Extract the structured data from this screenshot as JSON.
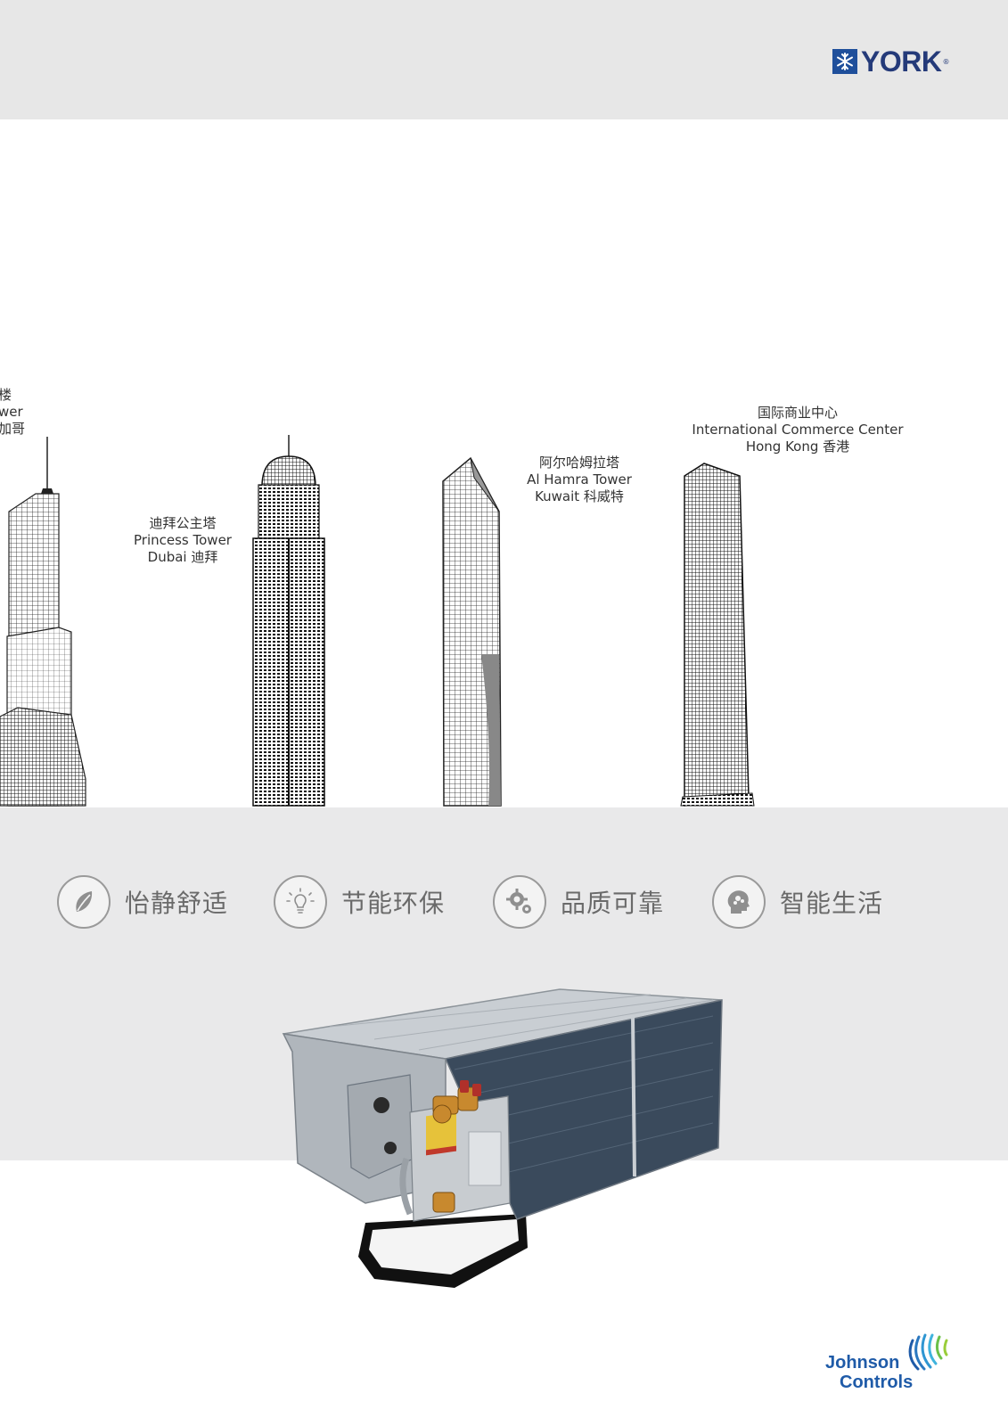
{
  "brand": {
    "york_text": "YORK",
    "york_registered": "®",
    "york_color": "#243a79",
    "jc_line1": "Johnson",
    "jc_line2": "Controls",
    "jc_color": "#1f5ba8"
  },
  "towers": [
    {
      "cn": "楼",
      "en": "wer",
      "place": "加哥"
    },
    {
      "cn": "迪拜公主塔",
      "en": "Princess Tower",
      "place": "Dubai 迪拜"
    },
    {
      "cn": "阿尔哈姆拉塔",
      "en": "Al Hamra  Tower",
      "place": "Kuwait 科威特"
    },
    {
      "cn": "国际商业中心",
      "en": "International Commerce Center",
      "place": "Hong Kong 香港"
    }
  ],
  "features": [
    {
      "label": "怡静舒适",
      "icon": "leaf-icon"
    },
    {
      "label": "节能环保",
      "icon": "lightbulb-icon"
    },
    {
      "label": "品质可靠",
      "icon": "gears-icon"
    },
    {
      "label": "智能生活",
      "icon": "brain-head-icon"
    }
  ],
  "colors": {
    "top_band": "#e7e7e7",
    "grey_band": "#e9e9ea",
    "feature_text": "#6a6a6a"
  }
}
